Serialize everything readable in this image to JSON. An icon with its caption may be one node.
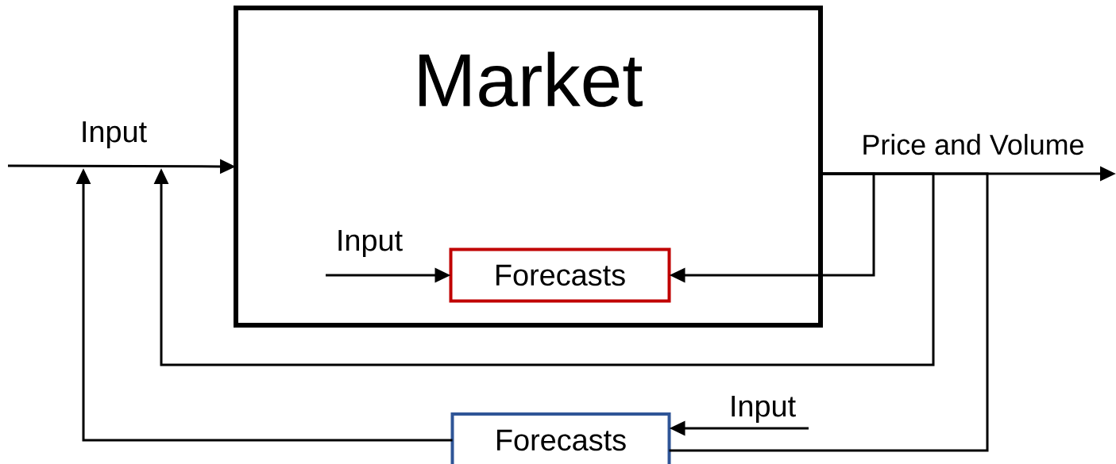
{
  "diagram": {
    "nodes": [
      {
        "text": [
          "Market"
        ]
      },
      {
        "text": [
          "Forecasts"
        ],
        "in": 0
      },
      {
        "text": [
          "Forecasts"
        ]
      }
    ],
    "edges": [
      {
        "from": null,
        "to": 0,
        "arrow": "to",
        "label": "Input"
      },
      {
        "from": null,
        "to": 1,
        "arrow": "to",
        "label": "Input"
      },
      {
        "from": null,
        "to": 2,
        "arrow": "to",
        "label": "Input"
      },
      {
        "from": 0,
        "to": null,
        "arrow": "to",
        "label": "Price and Volume"
      },
      {
        "from": 0,
        "to": 1,
        "arrow": "to"
      },
      {
        "from": 0,
        "to": null,
        "arrow": "to"
      },
      {
        "from": 2,
        "to": null,
        "arrow": "to"
      },
      {
        "from": 0,
        "to": 2,
        "arrow": "none"
      }
    ]
  }
}
